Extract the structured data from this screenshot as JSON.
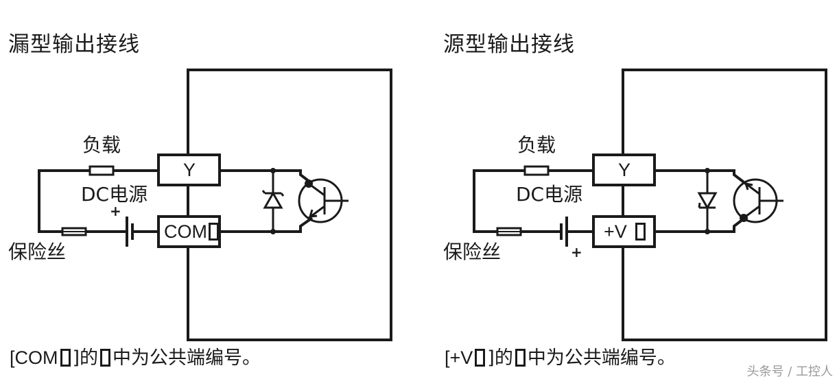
{
  "sink": {
    "title": "漏型输出接线",
    "load_label": "负载",
    "dc_label": "DC电源",
    "fuse_label": "保险丝",
    "plus_sign": "+",
    "terminal_y": "Y",
    "terminal_common": "COM",
    "caption": {
      "prefix": "[COM",
      "middle": "]的",
      "suffix": "中为公共端编号。"
    }
  },
  "source": {
    "title": "源型输出接线",
    "load_label": "负载",
    "dc_label": "DC电源",
    "fuse_label": "保险丝",
    "plus_sign": "+",
    "terminal_y": "Y",
    "terminal_common": "+V",
    "caption": {
      "prefix": "[+V",
      "middle": "]的",
      "suffix": "中为公共端编号。"
    }
  },
  "watermark": "头条号 / 工控人",
  "colors": {
    "line": "#1a1a1a",
    "background": "#ffffff",
    "watermark": "#9a9a9a"
  }
}
